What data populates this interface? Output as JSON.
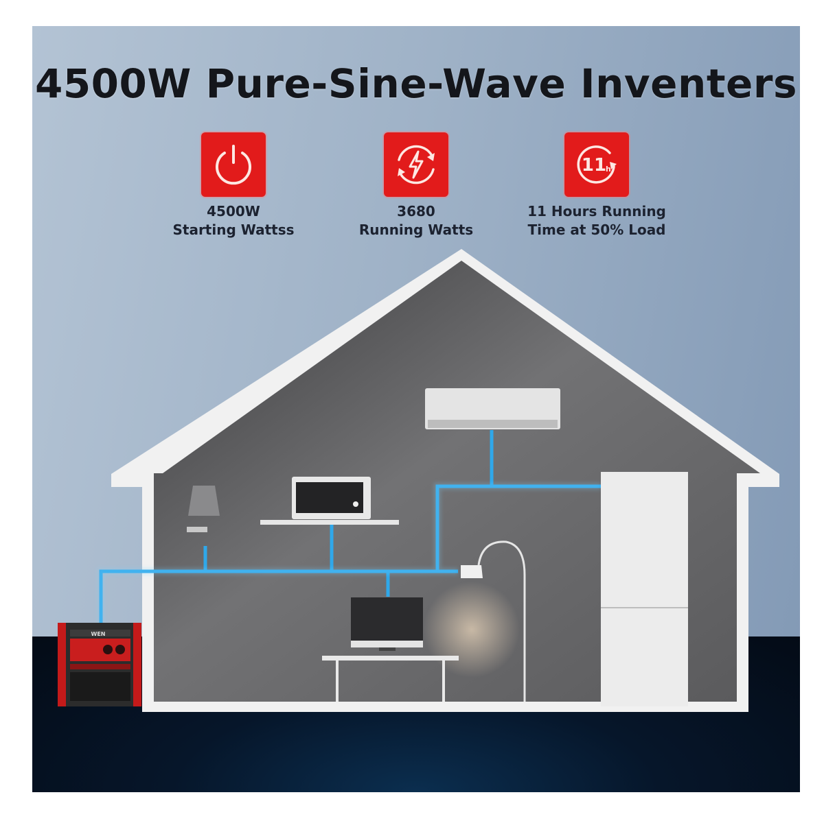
{
  "title": "4500W Pure-Sine-Wave Inventers",
  "features": [
    {
      "icon": "power-icon",
      "line1": "4500W",
      "line2": "Starting Wattss"
    },
    {
      "icon": "lightning-cycle-icon",
      "line1": "3680",
      "line2": "Running Watts"
    },
    {
      "icon": "11-hours-clock-icon",
      "line1": "11 Hours Running",
      "line2": "Time at 50% Load"
    }
  ],
  "icon_badge_text": "11h",
  "colors": {
    "accent_red": "#e21b1b",
    "wire_blue": "#2fa8ea",
    "house_interior": "#6e6e70",
    "sky": "#9fb2c7",
    "ground": "#06162a"
  },
  "scene": {
    "generator_brand": "WEN",
    "appliances": [
      "air-conditioner",
      "wall-lamp",
      "microwave",
      "floor-lamp",
      "monitor",
      "refrigerator"
    ]
  }
}
